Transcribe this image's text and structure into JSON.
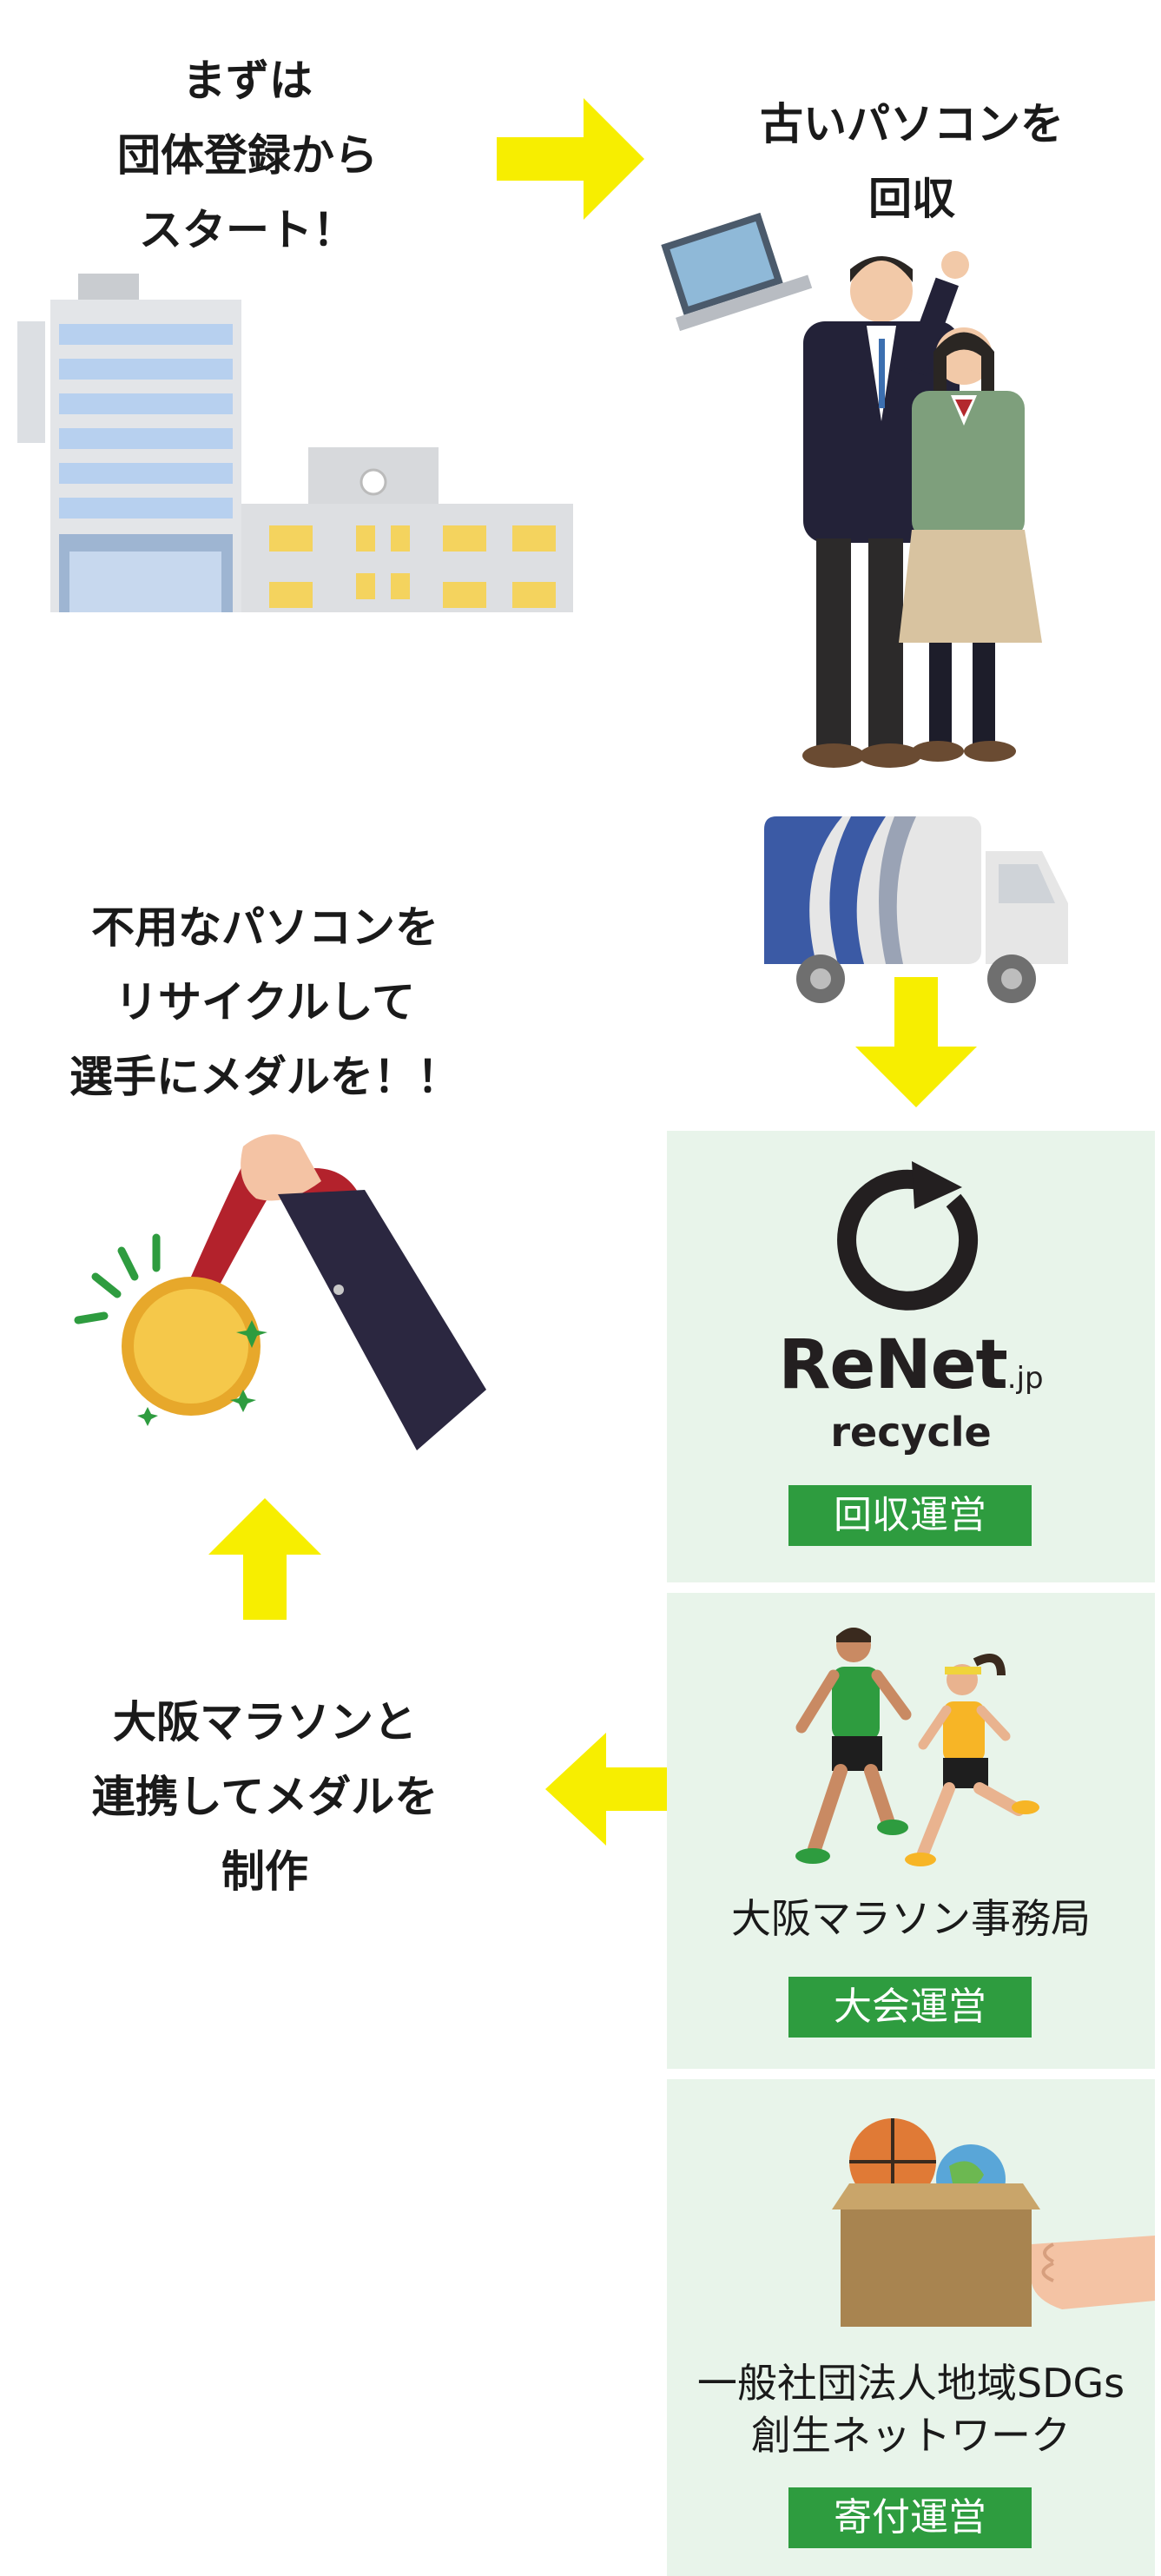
{
  "steps": {
    "step1": {
      "line1": "まずは",
      "line2": "団体登録から",
      "line3": "スタート！"
    },
    "step2": {
      "line1": "古いパソコンを",
      "line2": "回収"
    },
    "step_reward": {
      "line1": "不用なパソコンを",
      "line2": "リサイクルして",
      "line3": "選手にメダルを！！"
    },
    "step_medal": {
      "line1": "大阪マラソンと",
      "line2": "連携してメダルを",
      "line3": "制作"
    }
  },
  "panels": {
    "renet": {
      "logo_main": "ReNet",
      "logo_suffix": ".jp",
      "logo_sub": "recycle",
      "badge": "回収運営"
    },
    "marathon": {
      "org": "大阪マラソン事務局",
      "badge": "大会運営"
    },
    "sdgs": {
      "org_line1": "一般社団法人地域SDGs",
      "org_line2": "創生ネットワーク",
      "badge": "寄付運営"
    }
  },
  "colors": {
    "arrow": "#f7ee00",
    "panel_bg": "#e8f4ea",
    "badge": "#2e9c3f"
  }
}
